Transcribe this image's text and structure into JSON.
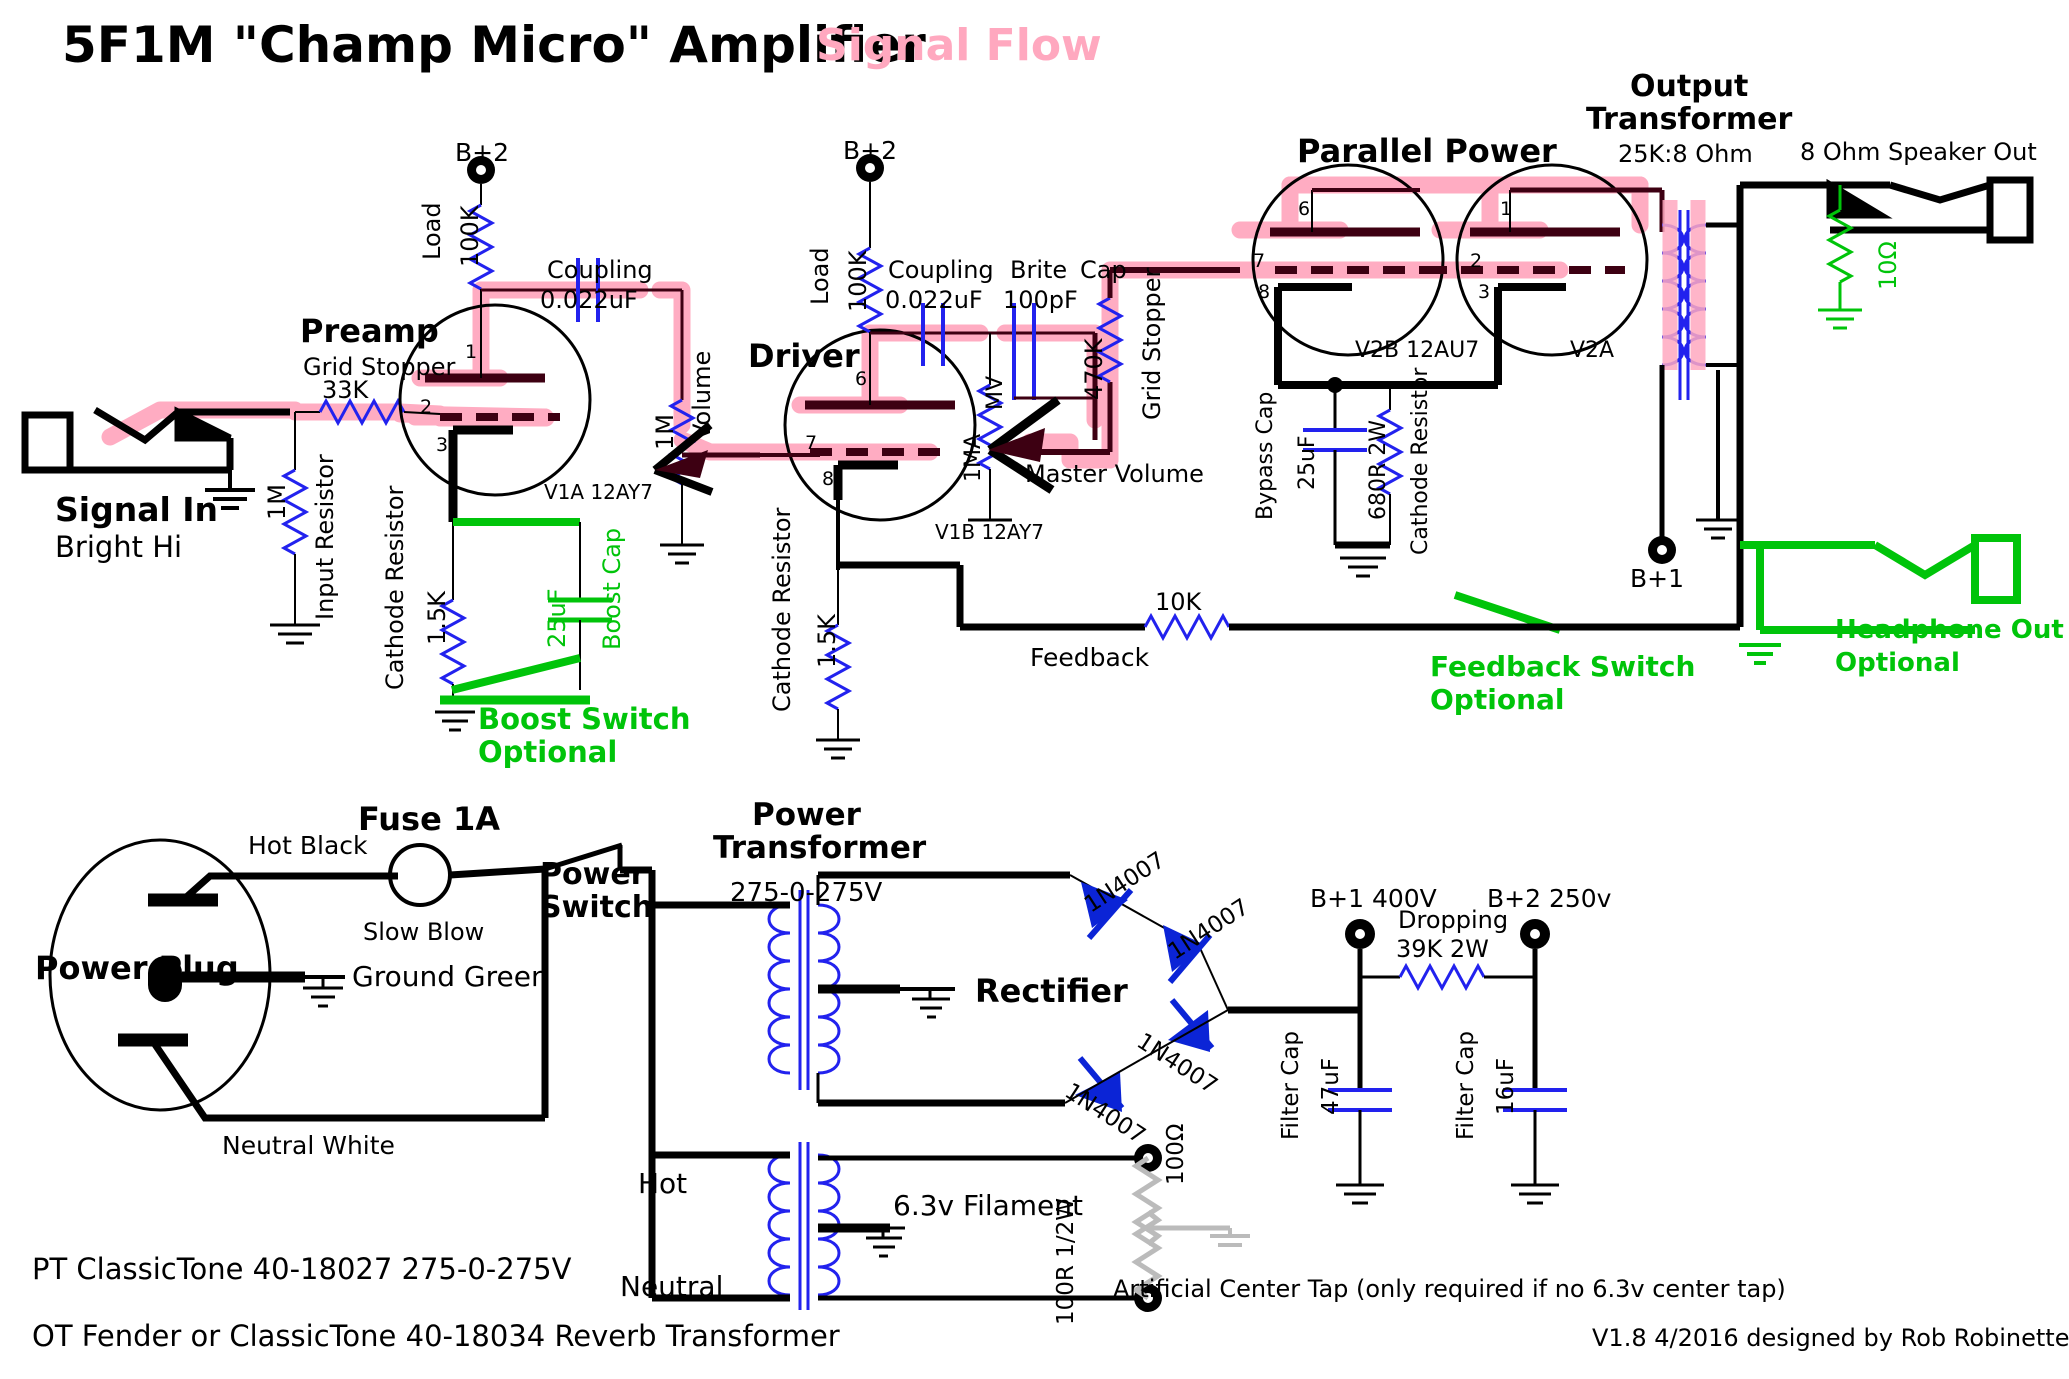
{
  "title": {
    "main": "5F1M \"Champ Micro\" Amplifier",
    "accent": "Signal Flow",
    "accent_color": "#ffa8bf"
  },
  "colors": {
    "signal_path": "#ffa8bf",
    "resistor": "#2222ee",
    "capacitor": "#2222ee",
    "optional": "#00c40a",
    "wire": "#000000",
    "diode": "#0b24d6"
  },
  "preamp": {
    "section_title": "Preamp",
    "grid_stopper_label": "Grid Stopper",
    "grid_stopper_value": "33K",
    "input_resistor_label": "Input Resistor",
    "input_resistor_value": "1M",
    "cathode_resistor_label": "Cathode Resistor",
    "cathode_resistor_value": "1.5K",
    "boost_cap_label": "Boost Cap",
    "boost_cap_value": "25uF",
    "boost_switch_line1": "Boost Switch",
    "boost_switch_line2": "Optional",
    "load_label": "Load",
    "load_value": "100K",
    "supply": "B+2",
    "tube": "V1A 12AY7",
    "coupling_label": "Coupling",
    "coupling_value": "0.022uF",
    "pins": [
      "1",
      "2",
      "3"
    ]
  },
  "input": {
    "label_line1": "Signal In",
    "label_line2": "Bright Hi"
  },
  "volume": {
    "value": "1M",
    "label": "Volume"
  },
  "driver": {
    "section_title": "Driver",
    "supply": "B+2",
    "load_label": "Load",
    "load_value": "100K",
    "coupling_label": "Coupling",
    "coupling_value": "0.022uF",
    "brite_label": "Brite",
    "cap_label": "Cap",
    "brite_value": "100pF",
    "mv_value": "1MA",
    "mv_short": "MV",
    "master_volume_label": "Master Volume",
    "tube": "V1B 12AY7",
    "cathode_resistor_label": "Cathode Resistor",
    "cathode_resistor_value": "1.5K",
    "pins": [
      "6",
      "7",
      "8"
    ]
  },
  "power_stage": {
    "section_title": "Parallel Power",
    "grid_stopper_label": "Grid Stopper",
    "grid_stopper_value": "470K",
    "tube_b": "V2B 12AU7",
    "tube_a": "V2A",
    "bypass_cap_label": "Bypass Cap",
    "bypass_cap_value": "25uF",
    "cathode_resistor_label": "Cathode Resistor",
    "cathode_resistor_value": "680R 2W",
    "pins_b": [
      "6",
      "7",
      "8"
    ],
    "pins_a": [
      "1",
      "2",
      "3"
    ]
  },
  "output_transformer": {
    "title_line1": "Output",
    "title_line2": "Transformer",
    "ratio": "25K:8 Ohm",
    "speaker_out": "8 Ohm Speaker Out",
    "load_resistor": "10Ω",
    "supply": "B+1",
    "headphone_line1": "Headphone Out",
    "headphone_line2": "Optional"
  },
  "feedback": {
    "label": "Feedback",
    "value": "10K",
    "switch_line1": "Feedback Switch",
    "switch_line2": "Optional"
  },
  "power_supply": {
    "fuse_label": "Fuse 1A",
    "fuse_sub": "Slow Blow",
    "hot_black": "Hot Black",
    "neutral_white": "Neutral White",
    "ground_green": "Ground Green",
    "power_plug": "Power Plug",
    "power_switch_line1": "Power",
    "power_switch_line2": "Switch",
    "pt_title_line1": "Power",
    "pt_title_line2": "Transformer",
    "pt_secondary": "275-0-275V",
    "rectifier": "Rectifier",
    "diodes": [
      "1N4007",
      "1N4007",
      "1N4007",
      "1N4007"
    ],
    "b1": "B+1 400V",
    "b2": "B+2 250v",
    "dropping_label": "Dropping",
    "dropping_value": "39K 2W",
    "filter_cap_1_label": "Filter Cap",
    "filter_cap_1_value": "47uF",
    "filter_cap_2_label": "Filter Cap",
    "filter_cap_2_value": "16uF",
    "hot": "Hot",
    "neutral": "Neutral",
    "filament": "6.3v Filament",
    "act_r1": "100Ω",
    "act_r2": "100R 1/2W",
    "act_note": "Artificial Center Tap (only required if no 6.3v center tap)"
  },
  "footer": {
    "pt_spec": "PT ClassicTone 40-18027 275-0-275V",
    "ot_spec": "OT Fender or ClassicTone 40-18034 Reverb Transformer",
    "credit": "V1.8 4/2016 designed by Rob Robinette"
  }
}
